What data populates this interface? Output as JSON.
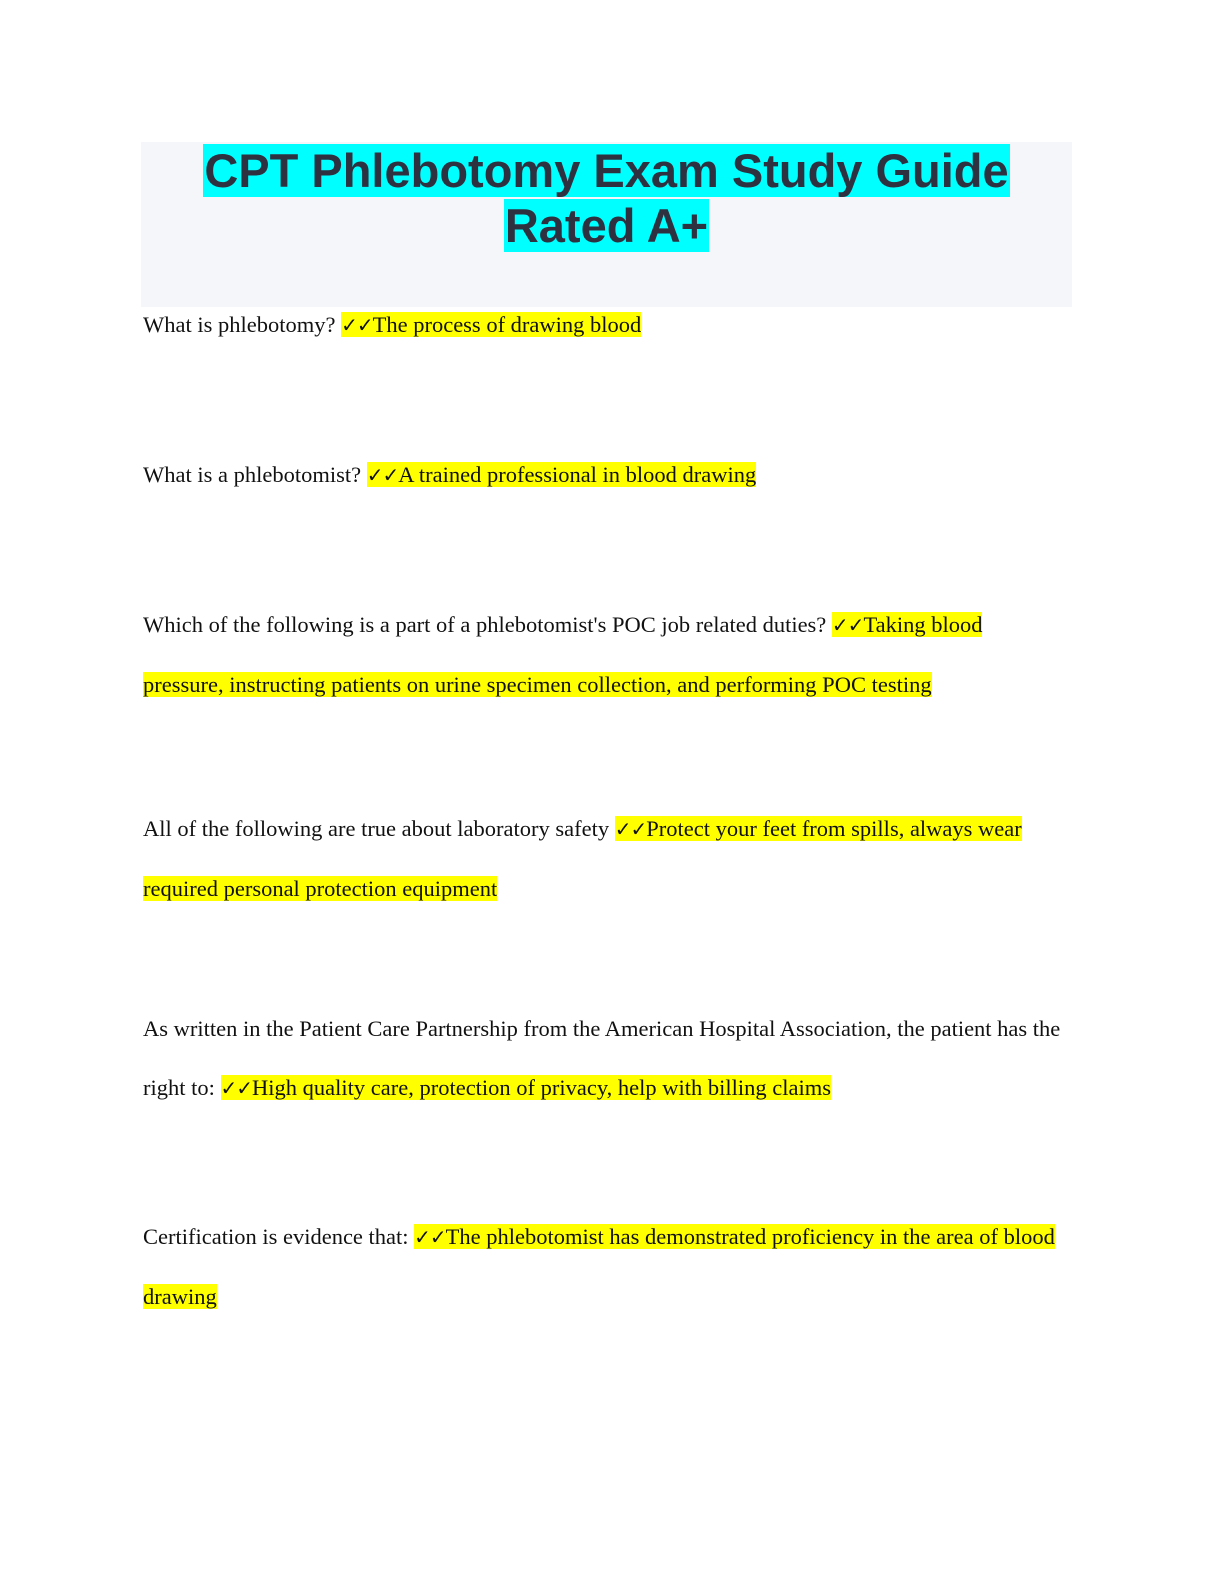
{
  "document": {
    "title_line1": "CPT Phlebotomy Exam Study Guide",
    "title_line2": "Rated A+",
    "colors": {
      "title_highlight": "#00ffff",
      "title_text": "#2e3140",
      "title_box_bg": "#f5f6fa",
      "answer_highlight": "#ffff00"
    },
    "check_mark_icon": "✓✓",
    "items": [
      {
        "question": "What is phlebotomy? ",
        "answer": "The process of drawing blood"
      },
      {
        "question": "What is a phlebotomist? ",
        "answer": "A trained professional in blood drawing"
      },
      {
        "question": "Which of the following is a part of a phlebotomist's POC job related duties? ",
        "answer": "Taking blood pressure, instructing patients on urine specimen collection, and performing POC testing"
      },
      {
        "question": "All of the following are true about laboratory safety ",
        "answer": "Protect your feet from spills, always wear required personal protection equipment"
      },
      {
        "question": "As written in the Patient Care Partnership from the American Hospital Association, the patient has the right to: ",
        "answer": "High quality care, protection of privacy, help with billing claims"
      },
      {
        "question": "Certification is evidence that: ",
        "answer": "The phlebotomist has demonstrated proficiency in the area of blood drawing"
      }
    ]
  }
}
